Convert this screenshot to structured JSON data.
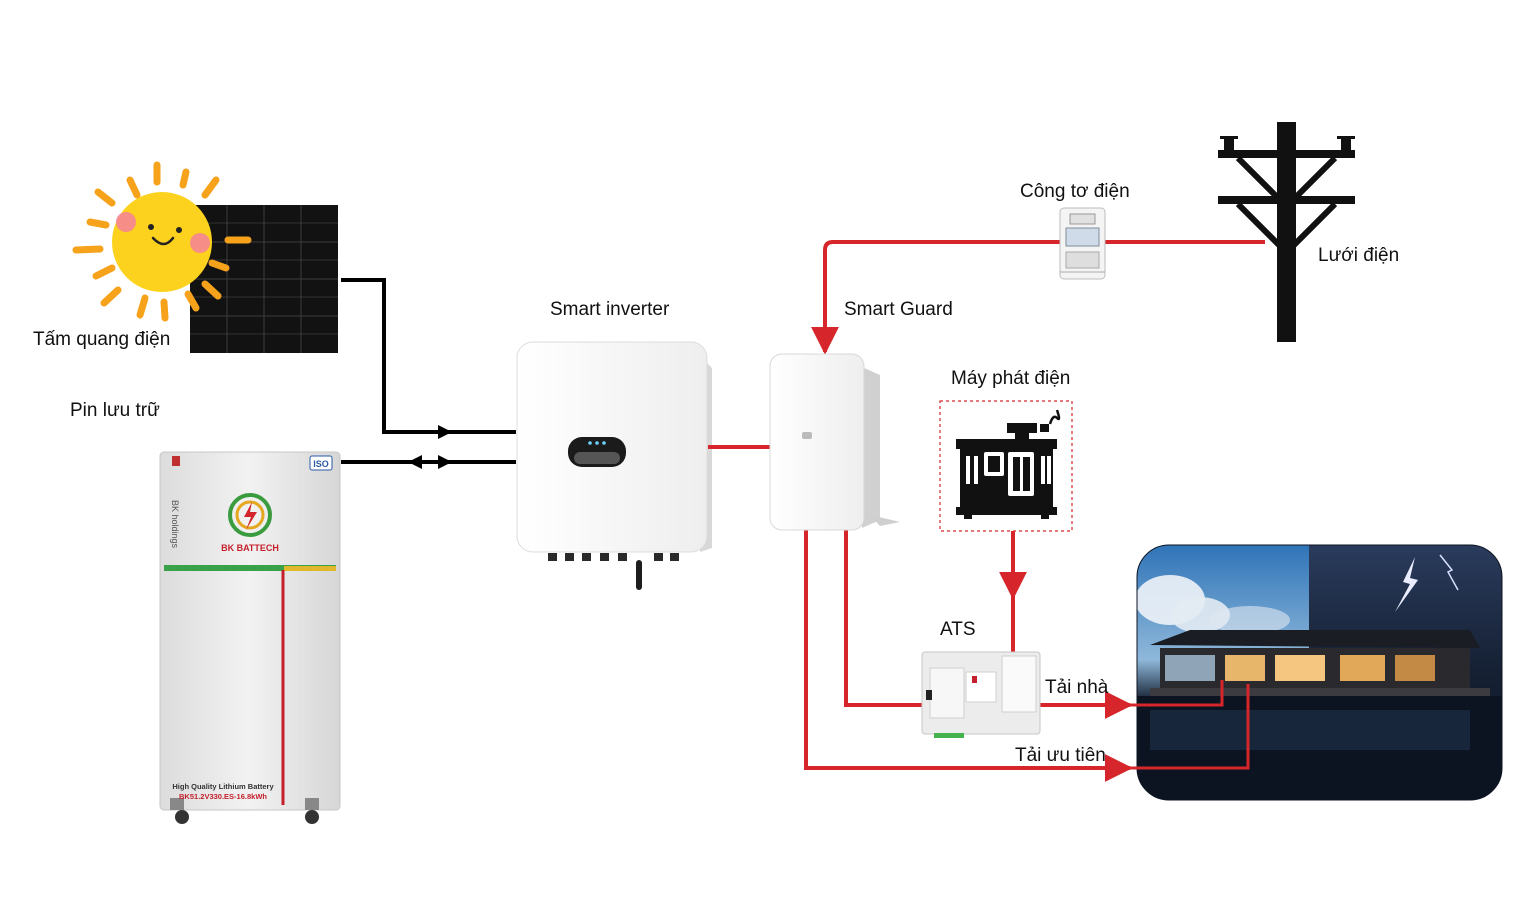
{
  "labels": {
    "solar_panel": "Tấm quang điện",
    "battery": "Pin lưu trữ",
    "inverter": "Smart inverter",
    "smart_guard": "Smart Guard",
    "meter": "Công tơ điện",
    "grid": "Lưới điện",
    "generator": "Máy phát điện",
    "ats": "ATS",
    "home_load": "Tải nhà",
    "priority_load": "Tải ưu tiên"
  },
  "battery_unit": {
    "badge": "ISO",
    "company": "BK holdings",
    "logo_text": "BK BATTECH",
    "product_line1": "High Quality Lithium Battery",
    "product_line2": "BK51.2V330.ES-16.8kWh"
  },
  "colors": {
    "dc_line": "#000000",
    "ac_line": "#d7262b",
    "sun": "#fcd21e",
    "sun_rays": "#f7a21b"
  }
}
